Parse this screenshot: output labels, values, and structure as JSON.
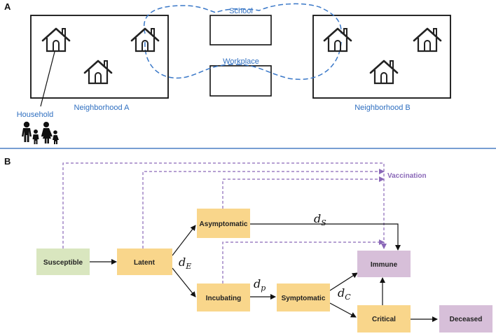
{
  "panel_a": {
    "label": "A",
    "neighborhood_a": "Neighborhood A",
    "neighborhood_b": "Neighborhood B",
    "school": "School",
    "workplace": "Workplace",
    "household": "Household"
  },
  "panel_b": {
    "label": "B",
    "vaccination": "Vaccination",
    "nodes": {
      "susceptible": "Susceptible",
      "latent": "Latent",
      "asymptomatic": "Asymptomatic",
      "incubating": "Incubating",
      "symptomatic": "Symptomatic",
      "immune": "Immune",
      "critical": "Critical",
      "deceased": "Deceased"
    },
    "rates": {
      "d_E": {
        "base": "d",
        "sub": "E"
      },
      "d_S": {
        "base": "d",
        "sub": "S"
      },
      "d_p": {
        "base": "d",
        "sub": "p"
      },
      "d_C": {
        "base": "d",
        "sub": "C"
      }
    }
  },
  "colors": {
    "label_blue": "#2f6fc0",
    "dashed_blue": "#3a78c8",
    "susceptible": "#d9e6bf",
    "yellow": "#f9d68b",
    "purple": "#d7bfd9",
    "vaccination": "#8a68b8"
  }
}
